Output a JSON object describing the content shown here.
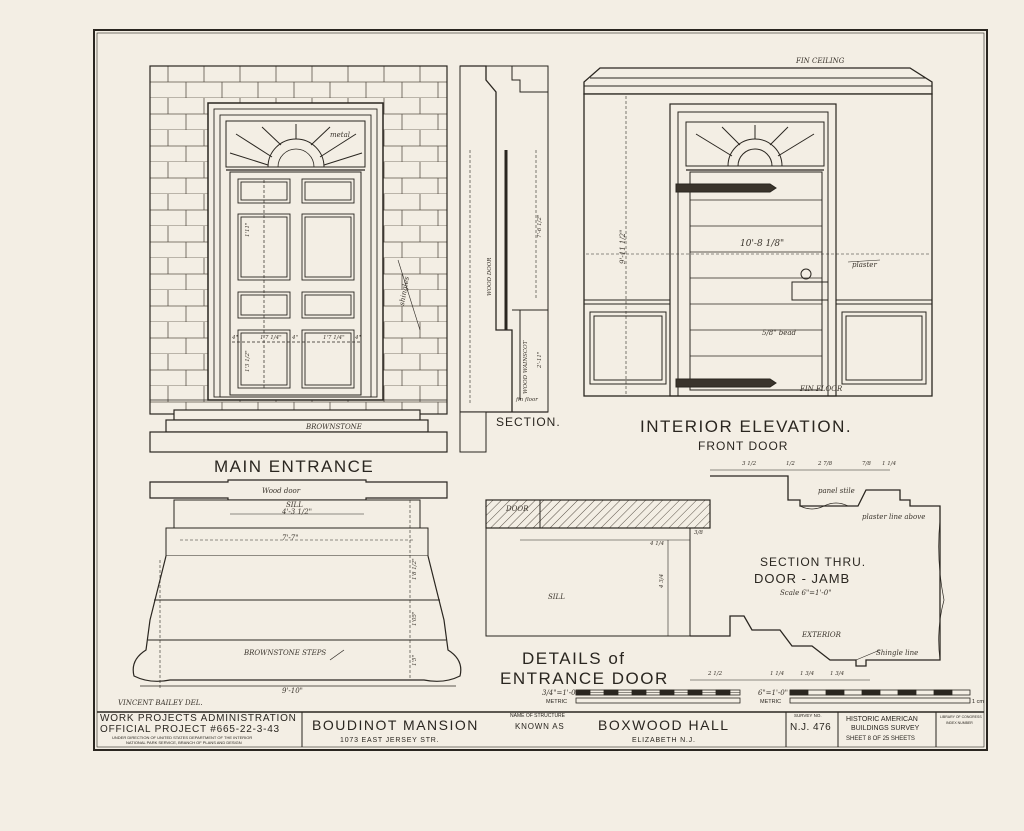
{
  "drawing_titles": {
    "main_entrance": "MAIN ENTRANCE",
    "section": "SECTION.",
    "interior_line1": "INTERIOR ELEVATION.",
    "interior_line2": "FRONT DOOR",
    "details_line1": "DETAILS of",
    "details_line2": "ENTRANCE DOOR",
    "jamb_line1": "SECTION THRU.",
    "jamb_line2": "DOOR - JAMB",
    "jamb_scale": "Scale 6\"=1'-0\""
  },
  "annotations": {
    "metal": "metal",
    "shingles": "shingles",
    "brownstone": "BROWNSTONE",
    "wood_door_section": "WOOD DOOR",
    "wood_wainscot": "WOOD WAINSCOT",
    "fin_floor_section": "fin floor",
    "fin_ceiling": "FIN CEILING",
    "plaster": "plaster",
    "bead": "5/8\" bead",
    "fin_floor_interior": "FIN FLOOR",
    "wood_door_plan": "Wood door",
    "sill_plan": "SILL",
    "brownstone_steps": "BROWNSTONE STEPS",
    "door_label": "DOOR",
    "sill_label": "SILL",
    "panel_stile": "panel stile",
    "plaster_line": "plaster line above",
    "exterior": "EXTERIOR",
    "shingle_line": "Shingle line",
    "drawn_by": "VINCENT BAILEY DEL."
  },
  "dimensions": {
    "interior_width": "10'-8 1/8\"",
    "interior_height": "9'-11 1/2\"",
    "section_height": "7'-6 1/2\"",
    "wainscot_height": "2'-11\"",
    "door_panel_1": "1'11\"",
    "door_panel_2": "1'3 1/2\"",
    "panel_w_1": "1'7 1/4\"",
    "panel_w_2": "1'7 1/4\"",
    "stile_1": "4\"",
    "stile_2": "4\"",
    "stile_3": "4\"",
    "plan_sill_width": "4'-3 1/2\"",
    "plan_width_2": "7'-7\"",
    "plan_width_3": "9'-10\"",
    "plan_depth_1": "1'8 1/2\"",
    "plan_depth_2": "1'05\"",
    "plan_depth_3": "1'5\"",
    "jamb_top_1": "3 1/2",
    "jamb_top_2": "1/2",
    "jamb_top_3": "2 7/8",
    "jamb_top_4": "7/8",
    "jamb_top_5": "1 1/4",
    "jamb_mid": "4 1/4",
    "jamb_small": "3/8",
    "jamb_vert": "4 3/4",
    "jamb_bot_1": "2 1/2",
    "jamb_bot_2": "1 1/4",
    "jamb_bot_3": "1 3/4",
    "jamb_bot_4": "1 3/4"
  },
  "scale_bars": {
    "left_label": "3/4\"=1'-0\"",
    "left_metric": "METRIC",
    "right_label": "6\"=1'-0\"",
    "right_metric": "METRIC",
    "right_unit": "1 cm"
  },
  "title_block": {
    "wpa_line1": "WORK PROJECTS ADMINISTRATION",
    "wpa_line2": "OFFICIAL PROJECT #665-22-3-43",
    "wpa_line3": "UNDER DIRECTION OF UNITED STATES DEPARTMENT OF THE INTERIOR",
    "wpa_line4": "NATIONAL PARK SERVICE, BRANCH OF PLANS AND DESIGN",
    "building": "BOUDINOT MANSION",
    "address": "1073 EAST JERSEY STR.",
    "known_as_1": "NAME OF STRUCTURE",
    "known_as_2": "KNOWN AS",
    "structure_name": "BOXWOOD HALL",
    "city": "ELIZABETH N.J.",
    "survey_label": "SURVEY NO.",
    "survey_no": "N.J. 476",
    "habs_1": "HISTORIC AMERICAN",
    "habs_2": "BUILDINGS SURVEY",
    "sheet_info": "SHEET 8 OF 25 SHEETS",
    "index_1": "LIBRARY OF CONGRESS",
    "index_2": "INDEX NUMBER"
  },
  "colors": {
    "paper": "#f3eee4",
    "ink": "#2a2620"
  }
}
